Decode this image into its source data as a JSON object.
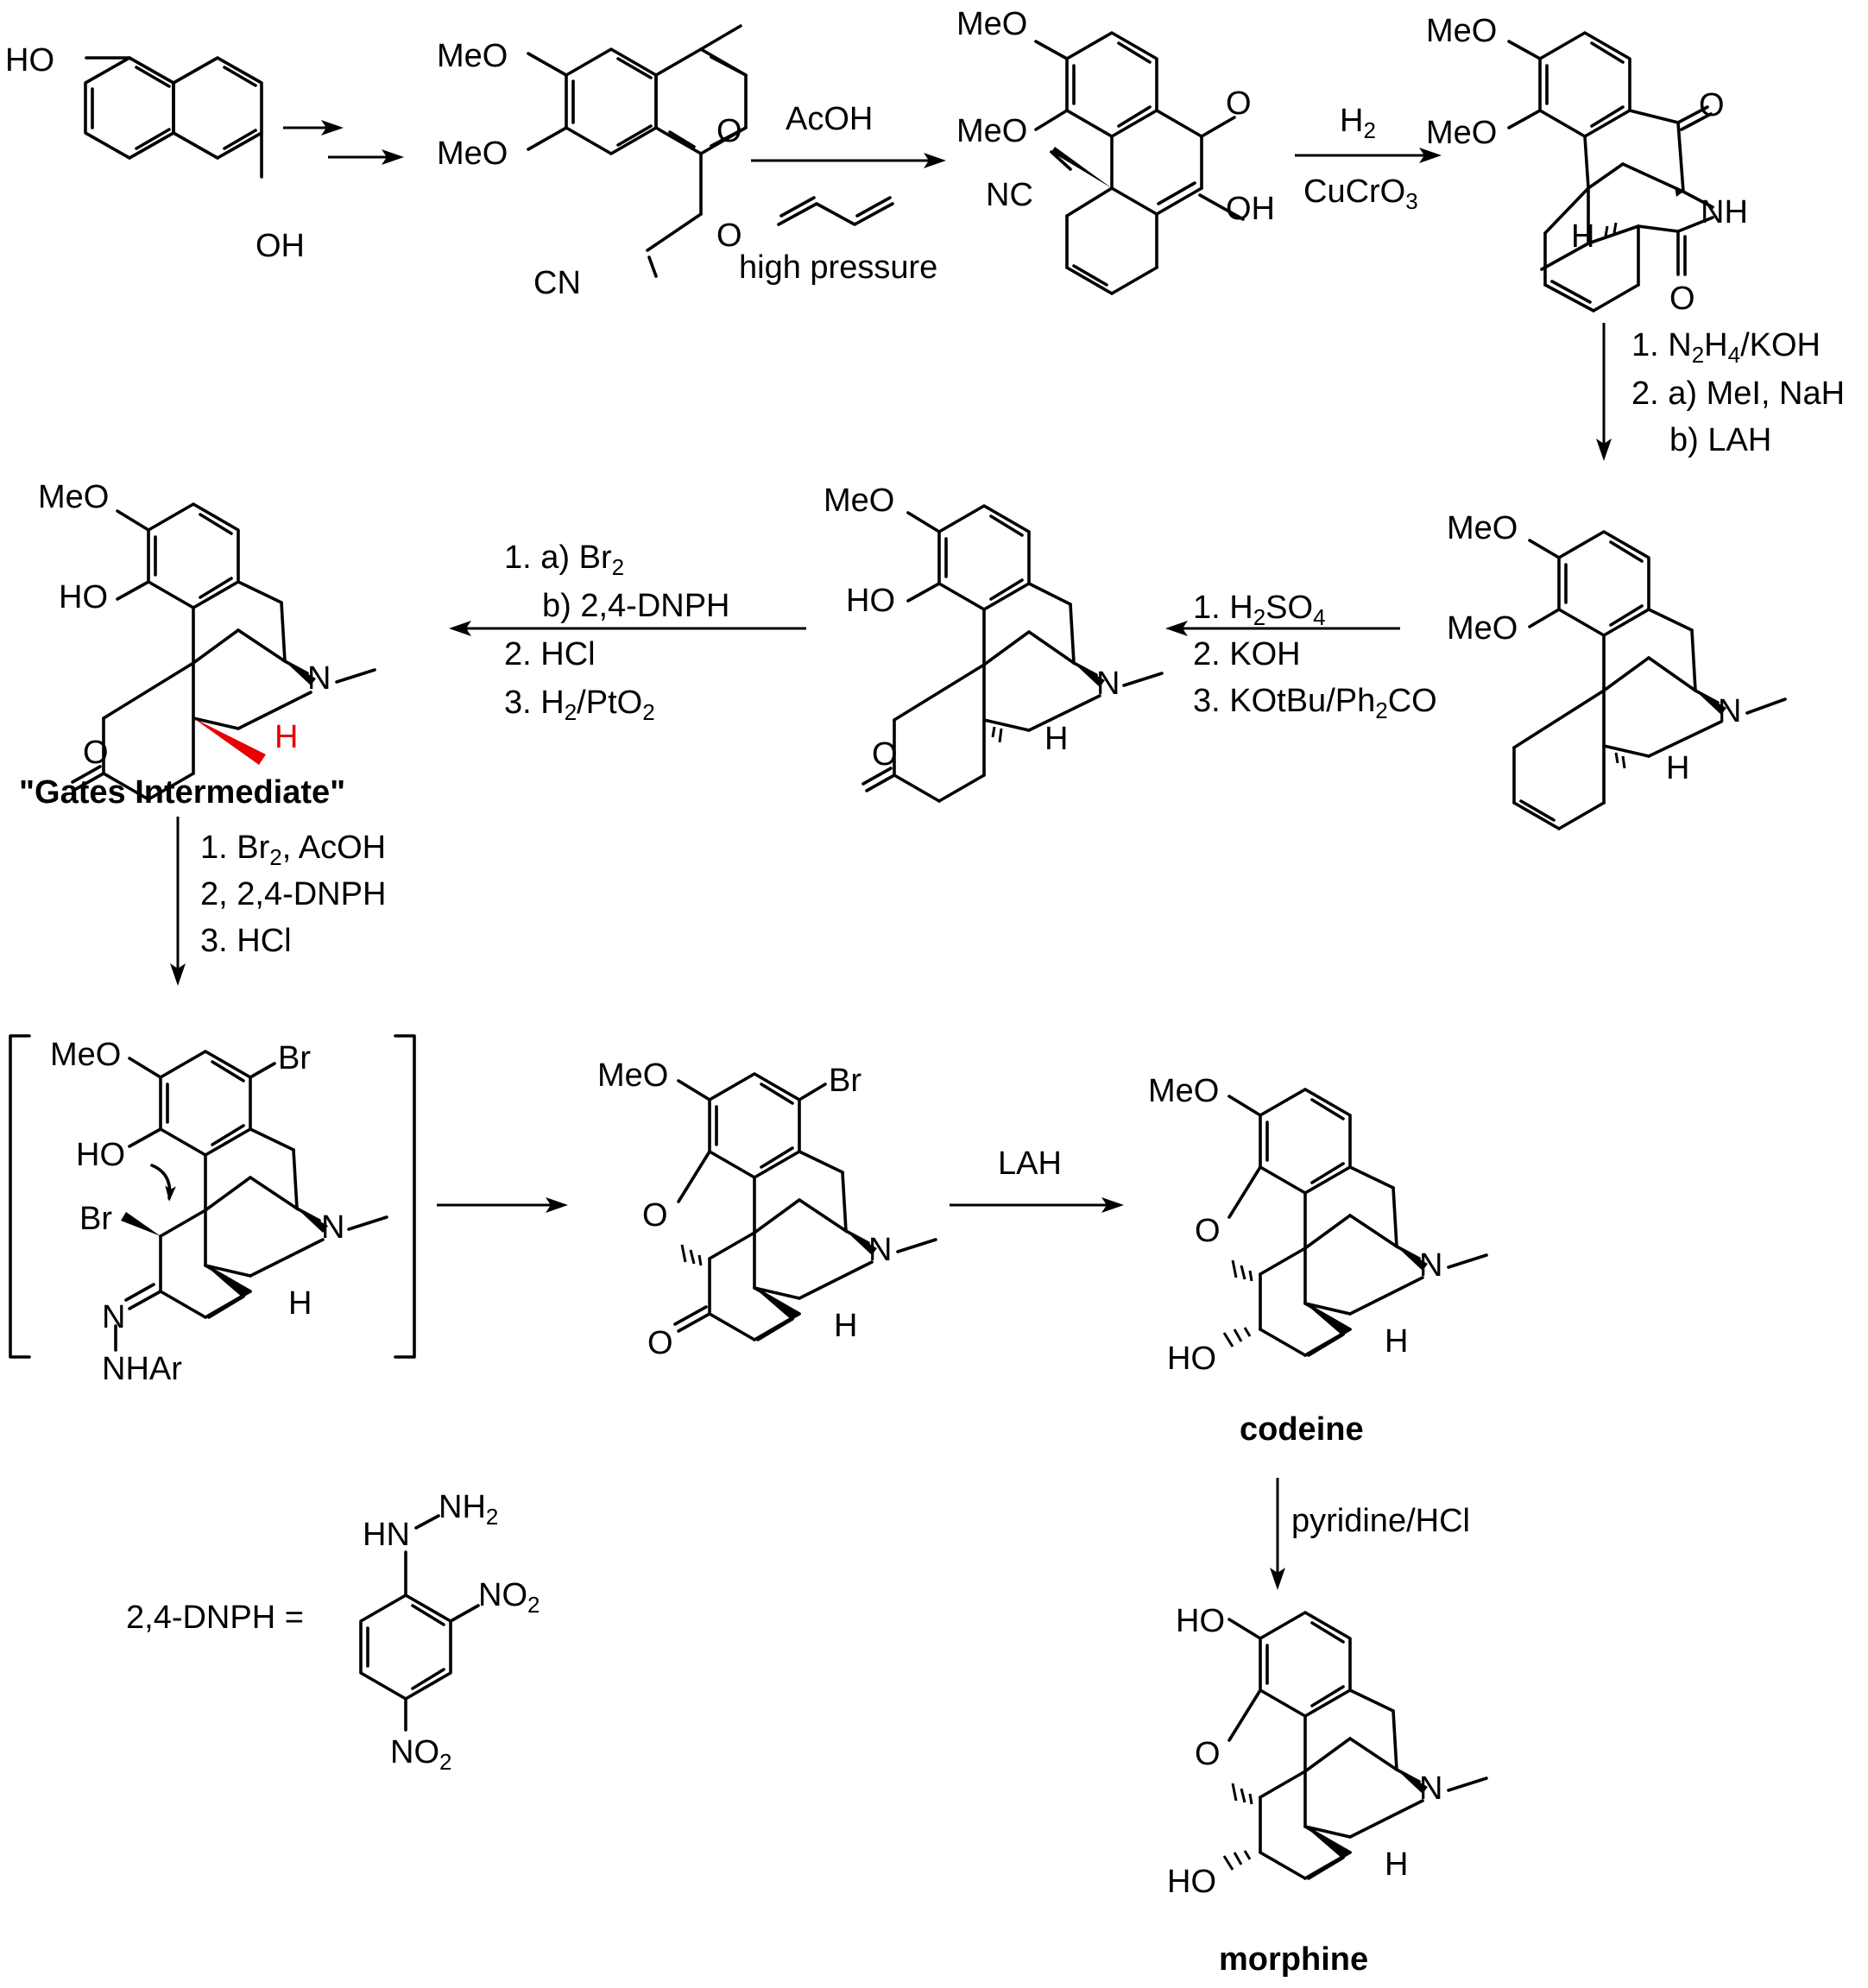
{
  "molecules": {
    "naphthalenediol": {
      "ho_top": "HO",
      "oh_bottom": "OH"
    },
    "naphthoquinone": {
      "meo_top": "MeO",
      "meo_left": "MeO",
      "o_top": "O",
      "o_bottom": "O",
      "cn": "CN"
    },
    "diels_alder_adduct": {
      "meo_top": "MeO",
      "meo_left": "MeO",
      "nc": "NC",
      "o": "O",
      "oh": "OH"
    },
    "lactam": {
      "meo_top": "MeO",
      "meo_left": "MeO",
      "o_ketone": "O",
      "nh": "NH",
      "h": "H",
      "o_lactam": "O"
    },
    "dimethoxy_amine": {
      "meo_top": "MeO",
      "meo_left": "MeO",
      "n": "N",
      "h": "H"
    },
    "ketone_phenol": {
      "meo": "MeO",
      "ho": "HO",
      "o": "O",
      "n": "N",
      "h": "H"
    },
    "gates_intermediate": {
      "meo": "MeO",
      "ho": "HO",
      "o": "O",
      "n": "N",
      "h_red": "H",
      "label": "\"Gates Intermediate\""
    },
    "bracket_intermediate": {
      "meo": "MeO",
      "br_top": "Br",
      "ho": "HO",
      "br_left": "Br",
      "n": "N",
      "h": "H",
      "n_hydrazone": "N",
      "nhar": "NHAr"
    },
    "bromo_enone": {
      "meo": "MeO",
      "br": "Br",
      "o_ring": "O",
      "o_ketone": "O",
      "n": "N",
      "h": "H"
    },
    "codeine": {
      "meo": "MeO",
      "o_ring": "O",
      "ho": "HO",
      "n": "N",
      "h": "H",
      "label": "codeine"
    },
    "morphine": {
      "ho_top": "HO",
      "o_ring": "O",
      "ho": "HO",
      "n": "N",
      "h": "H",
      "label": "morphine"
    },
    "dnph": {
      "lhs": "2,4-DNPH =",
      "hn": "HN",
      "nh2": "NH",
      "nh2_sub": "2",
      "no2_top": "NO",
      "no2_top_sub": "2",
      "no2_bottom": "NO",
      "no2_bottom_sub": "2"
    }
  },
  "reagents": {
    "step_acoh": {
      "top": "AcOH",
      "bottom": "high pressure"
    },
    "step_h2": {
      "top": "H",
      "top_sub": "2",
      "bottom": "CuCrO",
      "bottom_sub": "3"
    },
    "step_hydrazine": {
      "l1_a": "1. N",
      "l1_sub1": "2",
      "l1_b": "H",
      "l1_sub2": "4",
      "l1_c": "/KOH",
      "l2": "2. a) MeI, NaH",
      "l3": "b) LAH"
    },
    "step_h2so4": {
      "l1_a": "1. H",
      "l1_sub1": "2",
      "l1_b": "SO",
      "l1_sub2": "4",
      "l2": "2. KOH",
      "l3_a": "3. KOtBu/Ph",
      "l3_sub": "2",
      "l3_b": "CO"
    },
    "step_br2": {
      "l1_a": "1. a) Br",
      "l1_sub": "2",
      "l2": "b) 2,4-DNPH",
      "l3": "2. HCl",
      "l4_a": "3. H",
      "l4_sub1": "2",
      "l4_b": "/PtO",
      "l4_sub2": "2"
    },
    "step_gates": {
      "l1_a": "1. Br",
      "l1_sub": "2",
      "l1_b": ", AcOH",
      "l2": "2, 2,4-DNPH",
      "l3": "3. HCl"
    },
    "step_lah": {
      "label": "LAH"
    },
    "step_pyridine": {
      "label": "pyridine/HCl"
    }
  }
}
